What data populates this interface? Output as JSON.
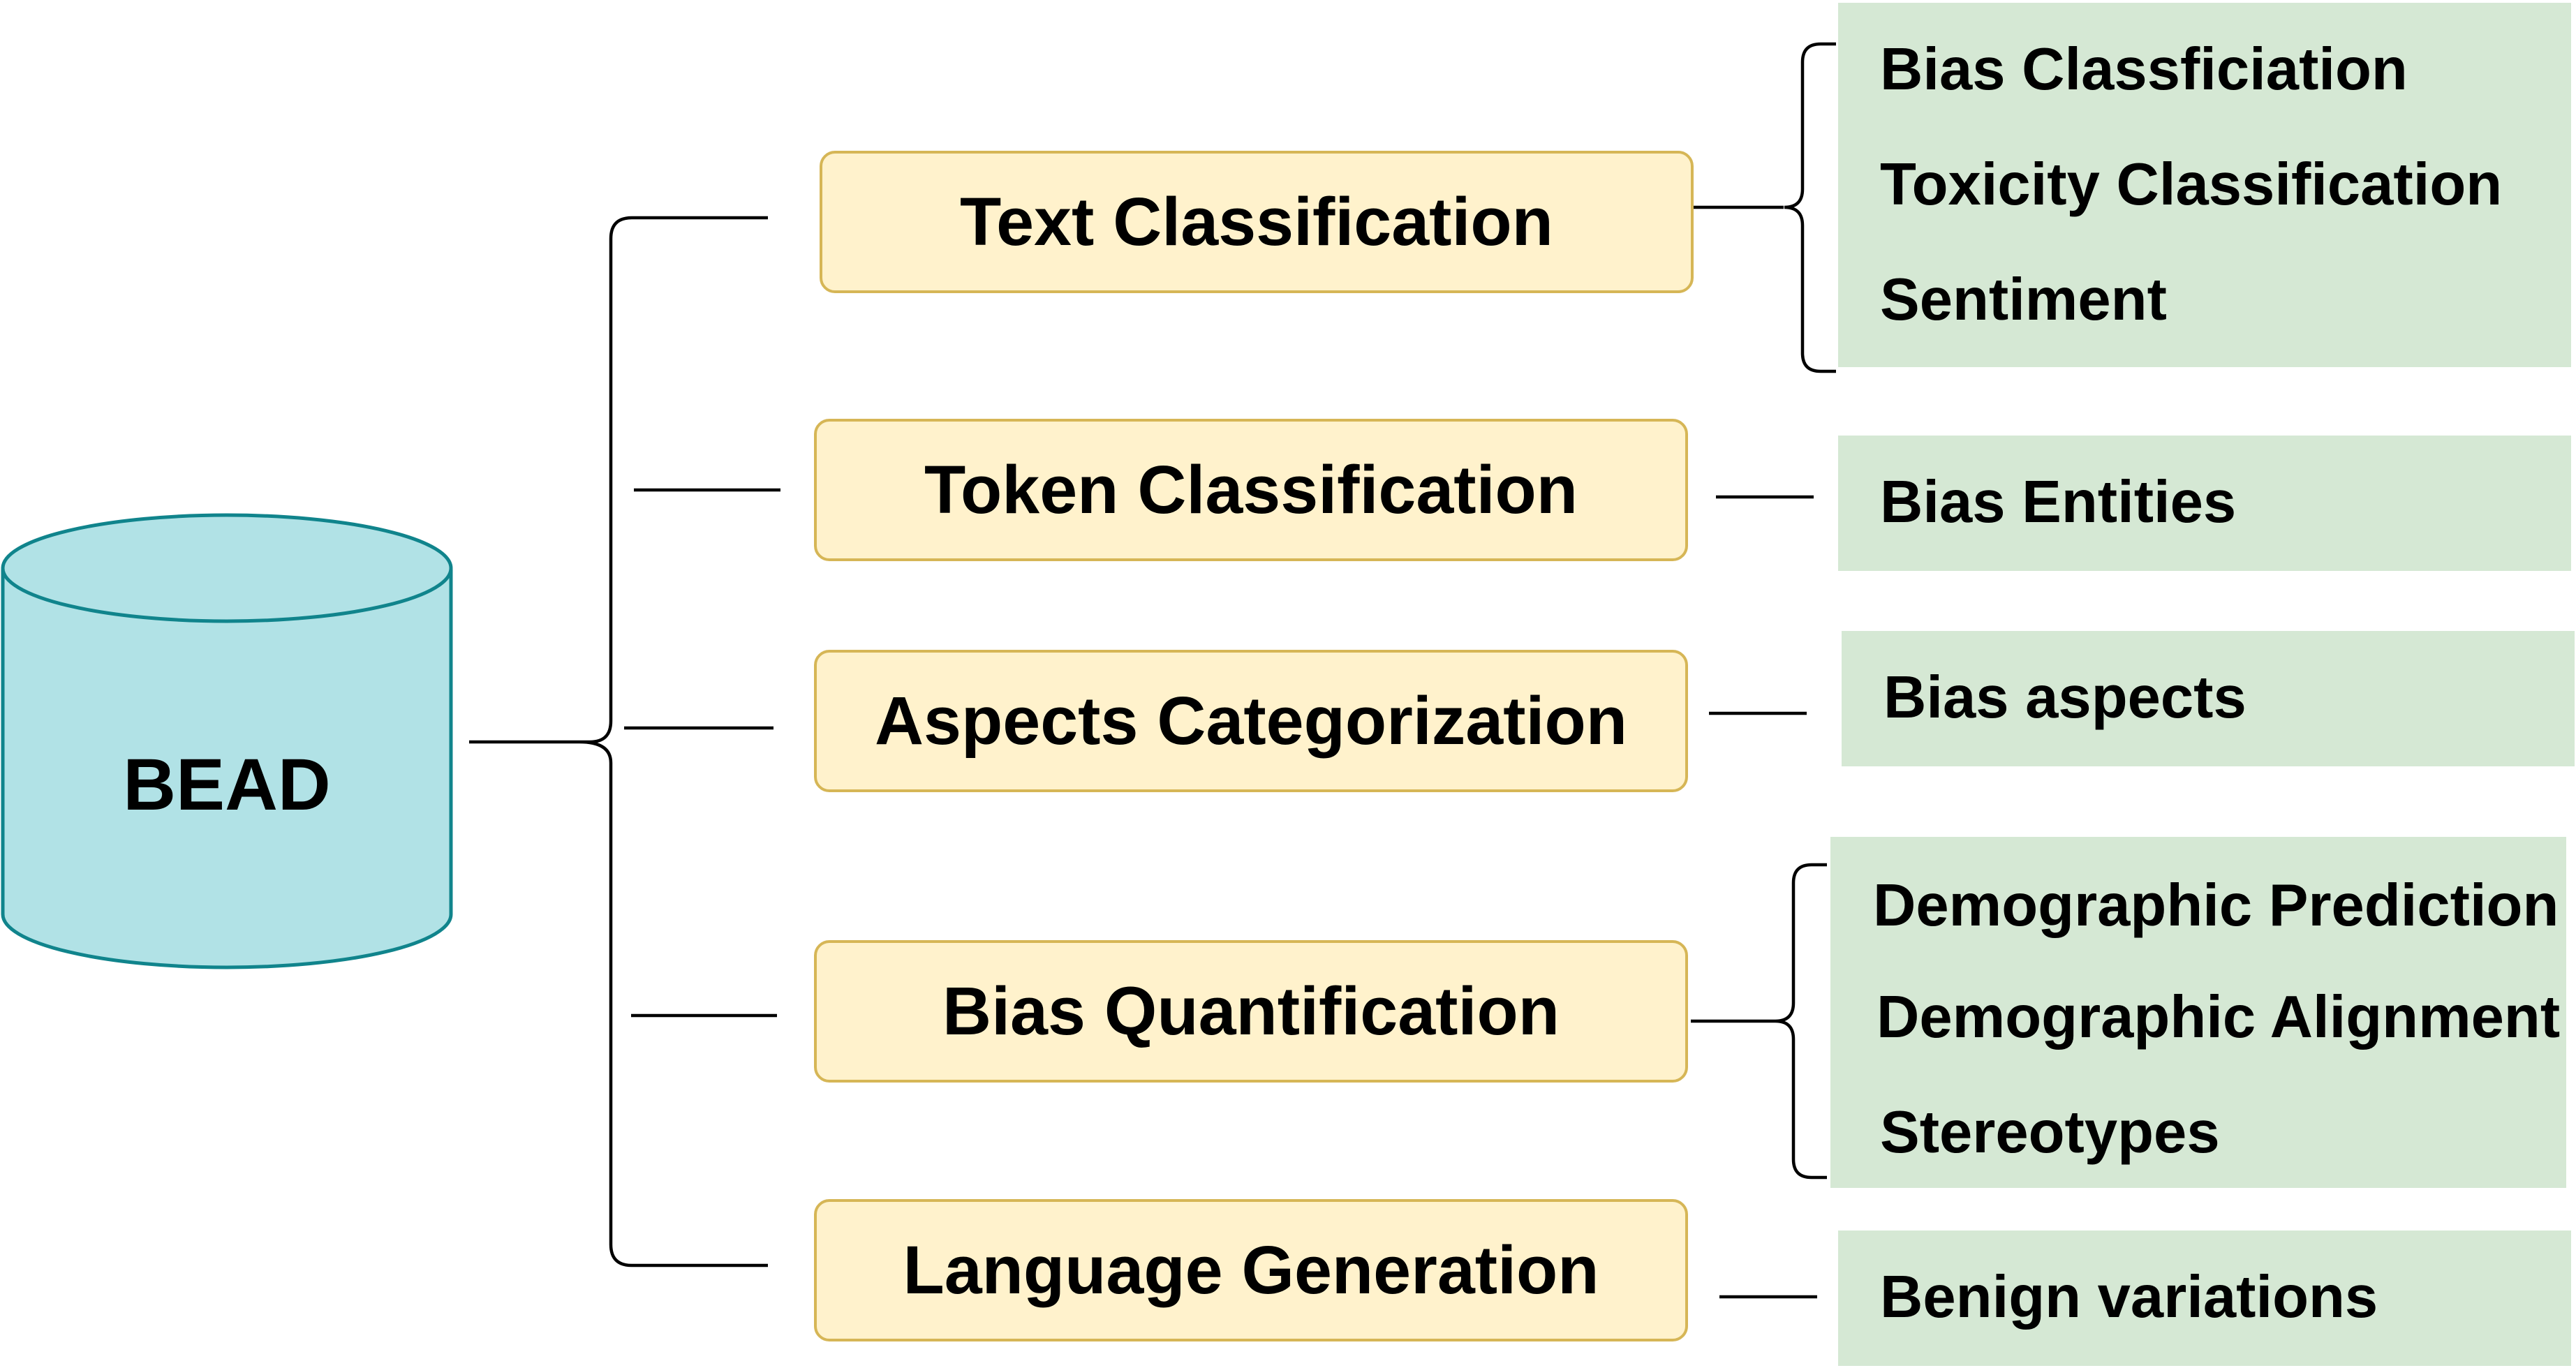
{
  "root": {
    "label": "BEAD"
  },
  "colors": {
    "cylinder_fill": "#b1e2e6",
    "cylinder_stroke": "#10848c",
    "task_fill": "#fff2cc",
    "task_border": "#d6b656",
    "leaf_fill": "#d5e8d4",
    "line": "#000000"
  },
  "tasks": [
    {
      "label": "Text Classification",
      "outputs": [
        "Bias Classficiation",
        "Toxicity Classification",
        "Sentiment"
      ]
    },
    {
      "label": "Token Classification",
      "outputs": [
        "Bias Entities"
      ]
    },
    {
      "label": "Aspects Categorization",
      "outputs": [
        "Bias aspects"
      ]
    },
    {
      "label": "Bias Quantification",
      "outputs": [
        "Demographic Prediction",
        "Demographic Alignment",
        "Stereotypes"
      ]
    },
    {
      "label": "Language Generation",
      "outputs": [
        "Benign variations"
      ]
    }
  ]
}
